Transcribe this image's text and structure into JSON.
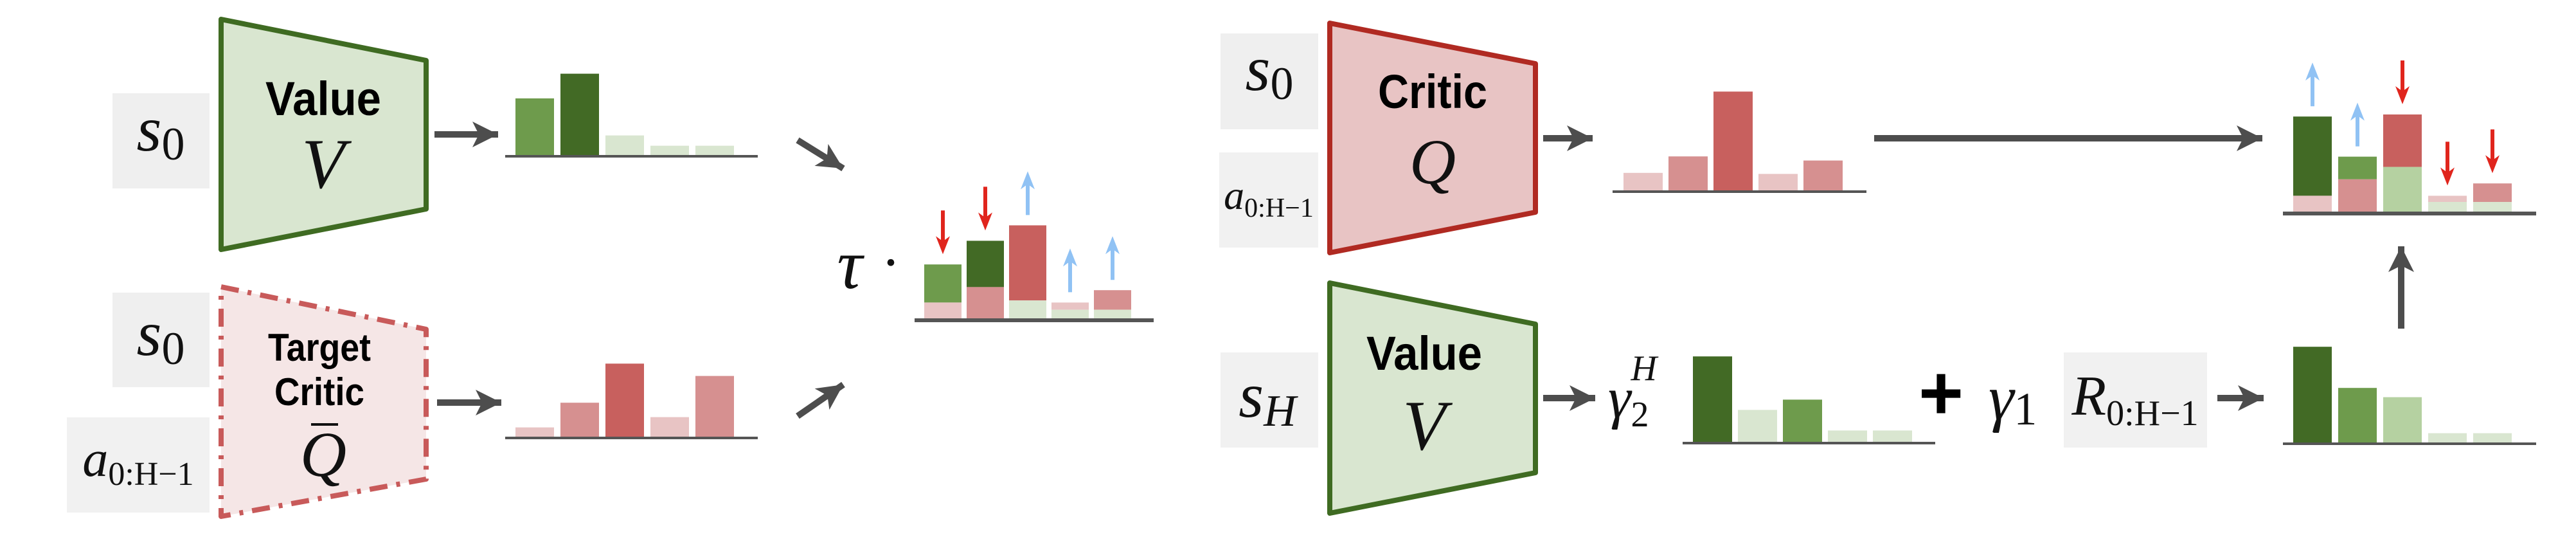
{
  "colors": {
    "value_stroke": "#3f6b22",
    "value_fill": "#d9e6d0",
    "critic_stroke": "#b02a22",
    "critic_fill": "#e8c4c4",
    "target_stroke": "#c85a5a",
    "target_fill": "#f5e6e6",
    "arrow_dark": "#4d4d4d",
    "arrow_up": "#90c2f4",
    "arrow_down": "#e0251d"
  },
  "left": {
    "value_net": {
      "title": "Value",
      "symbol": "V"
    },
    "target_net": {
      "title_line1": "Target",
      "title_line2": "Critic",
      "symbol": "Q"
    },
    "input_s0_top": {
      "base": "s",
      "sub": "0"
    },
    "input_s0_bottom": {
      "base": "s",
      "sub": "0"
    },
    "input_actions": {
      "base": "a",
      "sub": "0:H−1"
    },
    "tau": "τ",
    "dot": "·"
  },
  "right": {
    "critic_net": {
      "title": "Critic",
      "symbol": "Q"
    },
    "value_net": {
      "title": "Value",
      "symbol": "V"
    },
    "input_s0": {
      "base": "s",
      "sub": "0"
    },
    "input_actions": {
      "base": "a",
      "sub": "0:H−1"
    },
    "input_sH": {
      "base": "s",
      "sub": "H"
    },
    "gamma2": {
      "base": "γ",
      "sub": "2",
      "sup": "H"
    },
    "plus": "+",
    "gamma1": {
      "base": "γ",
      "sub": "1"
    },
    "reward": {
      "base": "R",
      "sub": "0:H−1"
    }
  },
  "chart_data": [
    {
      "id": "value_output",
      "type": "bar",
      "values": [
        0.55,
        0.79,
        0.19,
        0.09,
        0.09
      ],
      "colors": [
        "#6e9b4c",
        "#426a25",
        "#d9e6d0",
        "#d9e6d0",
        "#d9e6d0"
      ]
    },
    {
      "id": "target_critic_output",
      "type": "bar",
      "values": [
        0.09,
        0.33,
        0.71,
        0.19,
        0.59
      ],
      "colors": [
        "#e8c4c4",
        "#d69090",
        "#c8605e",
        "#e8c4c4",
        "#d69090"
      ]
    },
    {
      "id": "critic_output",
      "type": "bar",
      "values": [
        0.17,
        0.33,
        0.96,
        0.16,
        0.29
      ],
      "colors": [
        "#e8c4c4",
        "#d69090",
        "#c8605e",
        "#e8c4c4",
        "#d69090"
      ]
    },
    {
      "id": "bootstrap_value_output",
      "type": "bar",
      "values": [
        0.83,
        0.31,
        0.41,
        0.11,
        0.11
      ],
      "colors": [
        "#426a25",
        "#d9e6d0",
        "#6e9b4c",
        "#d9e6d0",
        "#d9e6d0"
      ]
    },
    {
      "id": "target_return",
      "type": "bar",
      "values": [
        0.93,
        0.53,
        0.44,
        0.09,
        0.09
      ],
      "colors": [
        "#426a25",
        "#6e9b4c",
        "#b5d1a1",
        "#d9e6d0",
        "#d9e6d0"
      ]
    },
    {
      "id": "value_loss_target",
      "type": "stacked-bar",
      "bottom": [
        0.16,
        0.31,
        0.18,
        0.09,
        0.09
      ],
      "top": [
        0.53,
        0.76,
        0.91,
        0.16,
        0.28
      ],
      "bottom_colors": [
        "#e8c4c4",
        "#d69090",
        "#d9e6d0",
        "#d9e6d0",
        "#d9e6d0"
      ],
      "top_colors": [
        "#6e9b4c",
        "#426a25",
        "#c8605e",
        "#e8c4c4",
        "#d69090"
      ],
      "adjust": [
        "down",
        "down",
        "up",
        "up",
        "up"
      ]
    },
    {
      "id": "critic_loss_target",
      "type": "stacked-bar",
      "bottom": [
        0.16,
        0.32,
        0.44,
        0.1,
        0.1
      ],
      "top": [
        0.93,
        0.54,
        0.95,
        0.16,
        0.28
      ],
      "bottom_colors": [
        "#e8c4c4",
        "#d69090",
        "#b5d1a1",
        "#d9e6d0",
        "#d9e6d0"
      ],
      "top_colors": [
        "#426a25",
        "#6e9b4c",
        "#c8605e",
        "#e8c4c4",
        "#d69090"
      ],
      "adjust": [
        "up",
        "up",
        "down",
        "down",
        "down"
      ]
    }
  ]
}
